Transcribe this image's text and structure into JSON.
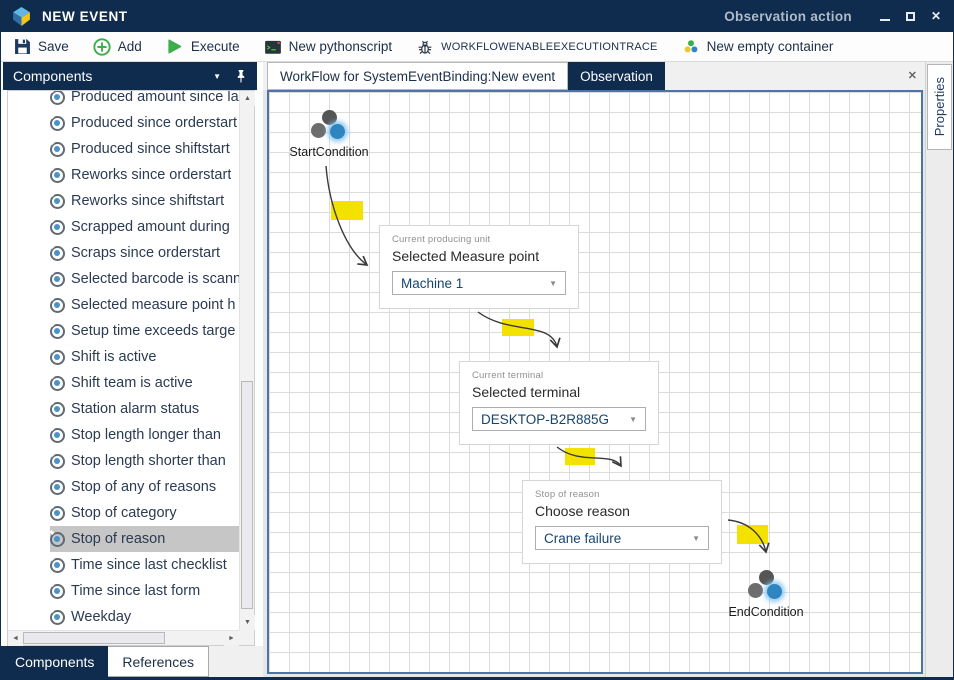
{
  "window": {
    "title": "NEW EVENT",
    "context_label": "Observation action"
  },
  "toolbar": {
    "items": [
      {
        "label": "Save",
        "icon": "floppy-disk"
      },
      {
        "label": "Add",
        "icon": "plus-circle-green"
      },
      {
        "label": "Execute",
        "icon": "play-triangle-green"
      },
      {
        "label": "New pythonscript",
        "icon": "console-window"
      },
      {
        "label": "WORKFLOWENABLEEXECUTIONTRACE",
        "icon": "bug"
      },
      {
        "label": "New empty container",
        "icon": "three-color-dots"
      }
    ]
  },
  "sidebar": {
    "header": "Components",
    "item_icon": "eye-observation",
    "selected_index": 17,
    "items": [
      "Produced amount since la",
      "Produced since orderstart",
      "Produced since shiftstart",
      "Reworks since orderstart",
      "Reworks since shiftstart",
      "Scrapped amount during",
      "Scraps since orderstart",
      "Selected barcode is scann",
      "Selected measure point h",
      "Setup time exceeds targe",
      "Shift is active",
      "Shift team is active",
      "Station alarm status",
      "Stop length longer than",
      "Stop length shorter than",
      "Stop of any of reasons",
      "Stop of category",
      "Stop of reason",
      "Time since last checklist",
      "Time since last form",
      "Weekday"
    ],
    "tabs": [
      {
        "label": "Components",
        "active": true
      },
      {
        "label": "References",
        "active": false
      }
    ]
  },
  "main": {
    "tabs": [
      {
        "label": "WorkFlow for SystemEventBinding:New event",
        "active": false
      },
      {
        "label": "Observation",
        "active": true
      }
    ],
    "properties_tab": "Properties"
  },
  "canvas": {
    "start_node_label": "StartCondition",
    "end_node_label": "EndCondition",
    "node_icon": "three-dots-gray-blue",
    "cards": [
      {
        "caption": "Current producing unit",
        "title": "Selected Measure point",
        "value": "Machine 1"
      },
      {
        "caption": "Current terminal",
        "title": "Selected terminal",
        "value": "DESKTOP-B2R885G"
      },
      {
        "caption": "Stop of reason",
        "title": "Choose reason",
        "value": "Crane failure"
      }
    ]
  },
  "colors": {
    "titlebar_navy": "#0f2b4d",
    "selection_gray": "#c6c6c6",
    "highlight_yellow": "#f3e200",
    "node_blue": "#2e86c0",
    "toolbar_green": "#3dae49",
    "canvas_border_blue": "#4e74a6"
  }
}
